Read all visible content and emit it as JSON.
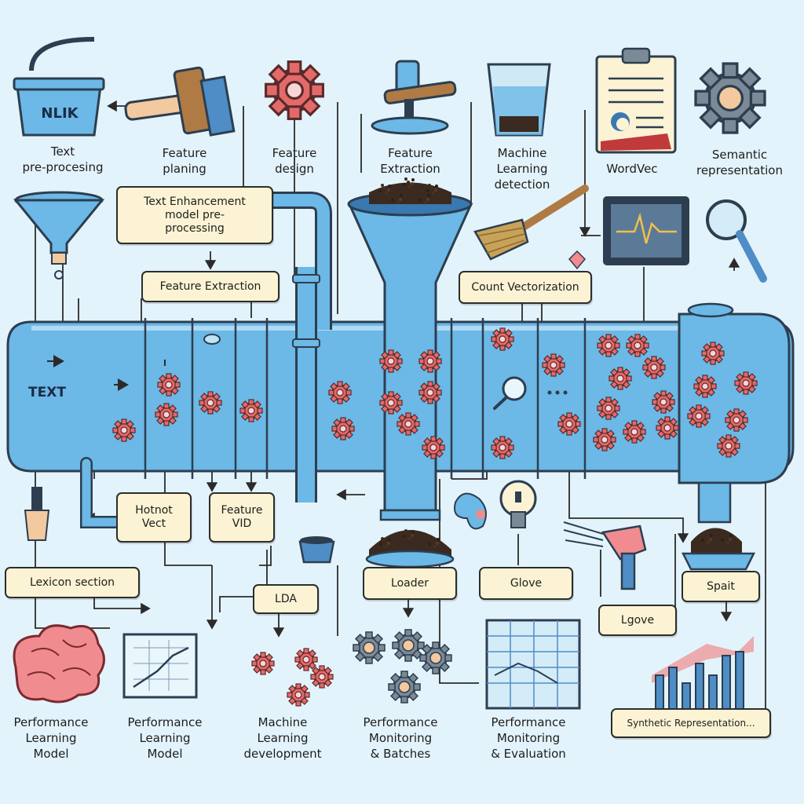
{
  "input_label": "TEXT",
  "colors": {
    "background": "#e3f3fb",
    "pipe": "#6cb8e6",
    "pipe_outline": "#2c3e50",
    "gear": "#e46a6a",
    "label_box": "#fbf3d3",
    "brain": "#f08b8f"
  },
  "top_row": [
    {
      "id": "nlik",
      "icon": "basket-icon",
      "icon_text": "NLIK",
      "label": "Text\npre-procesing"
    },
    {
      "id": "planning",
      "icon": "brush-icon",
      "label": "Feature\nplaning"
    },
    {
      "id": "feature-design",
      "icon": "gear-icon",
      "label": "Feature\ndesign"
    },
    {
      "id": "feature-extraction",
      "icon": "press-icon",
      "label": "Feature\nExtraction"
    },
    {
      "id": "machine-learning",
      "icon": "glass-icon",
      "label": "Machine\nLearning\ndetection"
    },
    {
      "id": "wordvec",
      "icon": "document-icon",
      "label": "WordVec"
    },
    {
      "id": "semantic",
      "icon": "gear-icon",
      "label": "Semantic\nrepresentation"
    }
  ],
  "boxes": {
    "text_enhance": "Text Enhancement\nmodel pre-\nprocessing",
    "feature_extraction": "Feature Extraction",
    "count_bastion": "Count Vectorization",
    "hotnot_vect": "Hotnot\nVect",
    "feature_vid": "Feature\nVID",
    "lexicon_section": "Lexicon section",
    "lda": "LDA",
    "loader": "Loader",
    "glove": "Glove",
    "lgove": "Lgove",
    "spait": "Spait",
    "synthetic": "Synthetic Representation..."
  },
  "bottom_row": [
    {
      "id": "brain",
      "icon": "brain-icon",
      "label": "Performance\nLearning\nModel"
    },
    {
      "id": "chart",
      "icon": "chart-icon",
      "label": "Performance\nLearning\nModel"
    },
    {
      "id": "gears1",
      "icon": "gears-icon",
      "label": "Machine\nLearning\ndevelopment"
    },
    {
      "id": "gears2",
      "icon": "gears-icon",
      "label": "Performance\nMonitoring\n& Batches"
    },
    {
      "id": "table",
      "icon": "spreadsheet-icon",
      "label": "Performance\nMonitoring\n& Evaluation"
    }
  ]
}
